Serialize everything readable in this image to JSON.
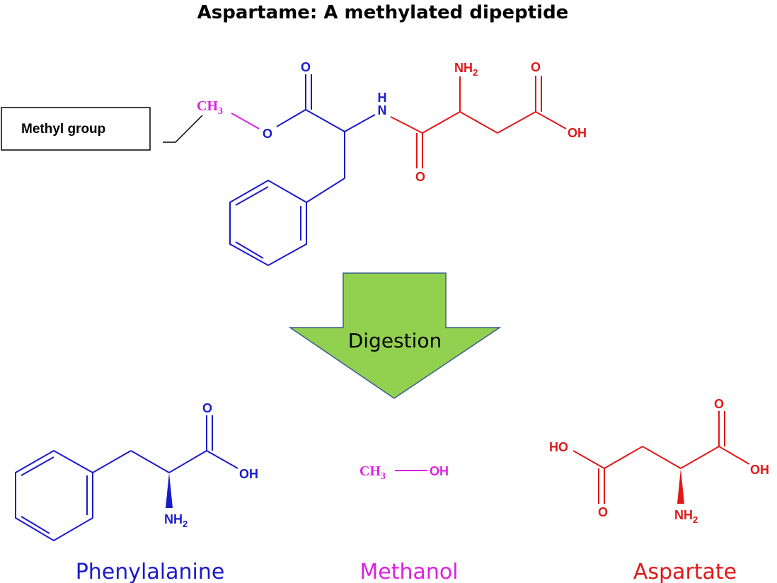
{
  "title": "Aspartame: A methylated dipeptide",
  "callout": {
    "label": "Methyl group"
  },
  "arrow": {
    "label": "Digestion"
  },
  "colors": {
    "phenylalanine": "#1a1acc",
    "methyl": "#e020e0",
    "aspartate": "#e01818",
    "arrow_fill": "#92d050",
    "arrow_stroke": "#3a5a8c"
  },
  "aspartame": {
    "methyl_atom": "CH",
    "methyl_sub": "3",
    "ester_o": "O",
    "carbonyl_o": "O",
    "amide_h": "H",
    "amide_n": "N",
    "amide_o": "O",
    "amine": "NH",
    "amine_sub": "2",
    "acid_o": "O",
    "acid_oh": "OH"
  },
  "phenylalanine": {
    "carbonyl_o": "O",
    "oh": "OH",
    "amine": "NH",
    "amine_sub": "2",
    "caption": "Phenylalanine"
  },
  "methanol": {
    "ch3": "CH",
    "ch3_sub": "3",
    "oh": "OH",
    "caption": "Methanol"
  },
  "aspartate": {
    "ho": "HO",
    "top_o": "O",
    "oh": "OH",
    "bottom_o": "O",
    "amine": "NH",
    "amine_sub": "2",
    "caption": "Aspartate"
  }
}
